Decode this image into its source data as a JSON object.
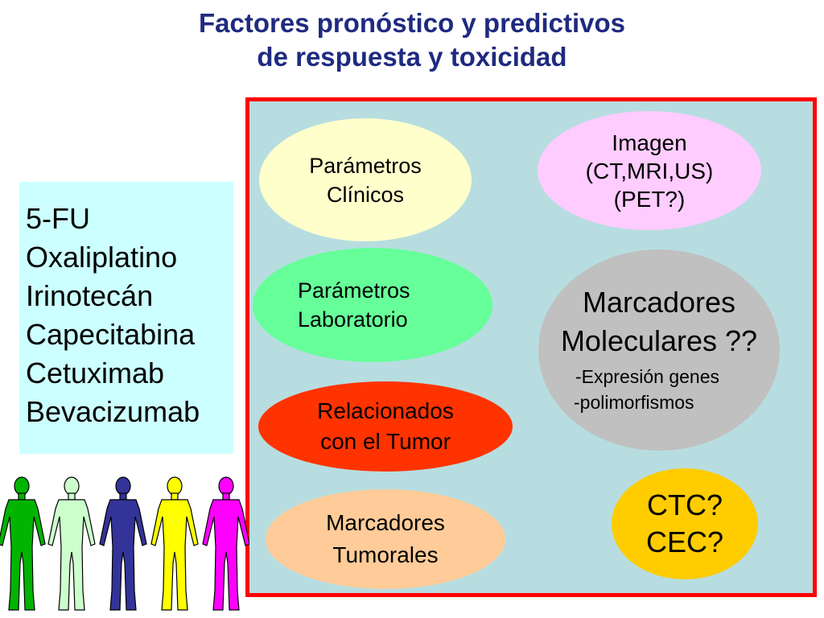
{
  "title": {
    "line1": "Factores pronóstico y predictivos",
    "line2": "de respuesta y toxicidad"
  },
  "drugs": [
    "5-FU",
    "Oxaliplatino",
    "Irinotecán",
    "Capecitabina",
    "Cetuximab",
    "Bevacizumab"
  ],
  "ovals": {
    "clinicos": {
      "line1": "Parámetros",
      "line2": "Clínicos",
      "color": "#ffffcc"
    },
    "laboratorio": {
      "line1": "Parámetros",
      "line2": "Laboratorio",
      "color": "#66ff99"
    },
    "tumor": {
      "line1": "Relacionados",
      "line2": "con el Tumor",
      "color": "#ff3300"
    },
    "tumorales": {
      "line1": "Marcadores",
      "line2": "Tumorales",
      "color": "#ffcc99"
    },
    "imagen": {
      "line1": "Imagen",
      "line2": "(CT,MRI,US)",
      "line3": "(PET?)",
      "color": "#ffccff"
    },
    "moleculares": {
      "line1": "Marcadores",
      "line2": "Moleculares ??",
      "sub1": "-Expresión genes",
      "sub2": "-polimorfismos",
      "color": "#c0c0c0"
    },
    "ctc": {
      "line1": "CTC?",
      "line2": "CEC?",
      "color": "#ffcc00"
    }
  },
  "figures": {
    "icon": "human-figure-icon",
    "colors": [
      "#00b400",
      "#ccffcc",
      "#333399",
      "#ffff00",
      "#ff00ff"
    ]
  }
}
